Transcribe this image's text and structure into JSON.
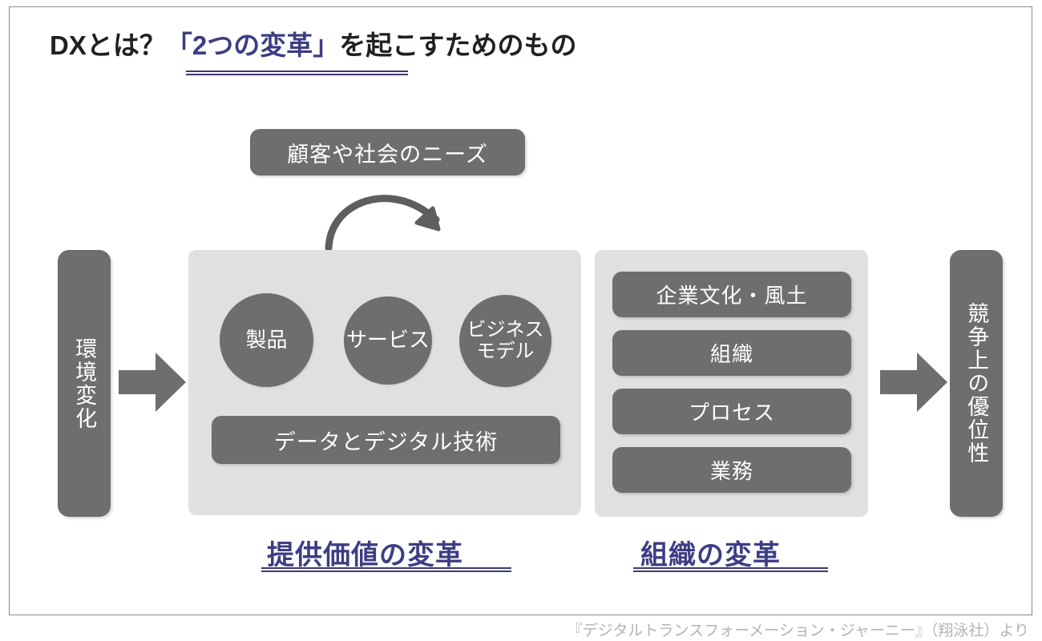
{
  "title": {
    "prefix": "DXとは？",
    "accent": "「2つの変革」",
    "suffix": "を起こすためのもの"
  },
  "needs": {
    "label": "顧客や社会のニーズ"
  },
  "inputs": {
    "left_pill": "環境変化",
    "right_pill": "競争上の優位性"
  },
  "value_panel": {
    "circles": [
      {
        "label": "製品"
      },
      {
        "label": "サービス"
      },
      {
        "line1": "ビジネス",
        "line2": "モデル"
      }
    ],
    "foundation": "データとデジタル技術",
    "caption": "提供価値の変革"
  },
  "org_panel": {
    "bars": [
      {
        "label": "企業文化・風土"
      },
      {
        "label": "組織"
      },
      {
        "label": "プロセス"
      },
      {
        "label": "業務"
      }
    ],
    "caption": "組織の変革"
  },
  "footer": {
    "source": "『デジタルトランスフォーメーション・ジャーニー』（翔泳社）より"
  },
  "colors": {
    "accent_purple": "#3d3d85",
    "underline_purple": "#3a3a72",
    "dark_gray": "#6e6e6e",
    "panel_gray": "#e0e0e0",
    "text_dark": "#231f20",
    "footer_gray": "#b3b3b3"
  },
  "icons": {
    "curved_arrow": "curved-arrow-icon",
    "arrow_right": "arrow-right-icon"
  }
}
